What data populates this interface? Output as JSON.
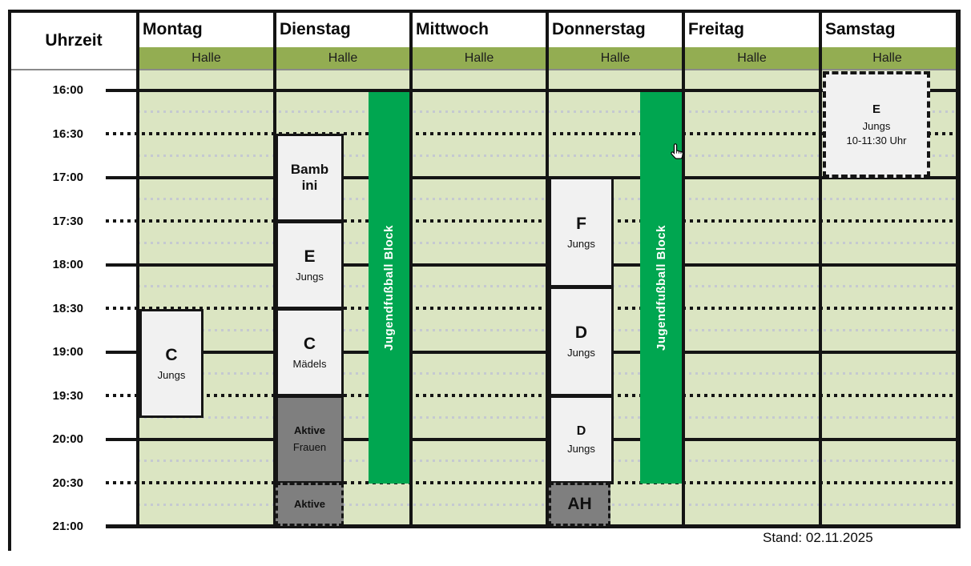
{
  "header": {
    "time_col_label": "Uhrzeit",
    "days": [
      {
        "label": "Montag",
        "sub": "Halle"
      },
      {
        "label": "Dienstag",
        "sub": "Halle"
      },
      {
        "label": "Mittwoch",
        "sub": "Halle"
      },
      {
        "label": "Donnerstag",
        "sub": "Halle"
      },
      {
        "label": "Freitag",
        "sub": "Halle"
      },
      {
        "label": "Samstag",
        "sub": "Halle"
      }
    ]
  },
  "times": [
    "16:00",
    "16:30",
    "17:00",
    "17:30",
    "18:00",
    "18:30",
    "19:00",
    "19:30",
    "20:00",
    "20:30",
    "21:00"
  ],
  "events": {
    "mon_c": {
      "title": "C",
      "subtitle": "Jungs"
    },
    "tue_bambini": {
      "title": "Bamb\nini"
    },
    "tue_e": {
      "title": "E",
      "subtitle": "Jungs"
    },
    "tue_c_maedels": {
      "title": "C",
      "subtitle": "Mädels"
    },
    "tue_aktive_frauen": {
      "title": "Aktive",
      "subtitle": "Frauen"
    },
    "tue_aktive": {
      "title": "Aktive"
    },
    "thu_f": {
      "title": "F",
      "subtitle": "Jungs"
    },
    "thu_d_early": {
      "title": "D",
      "subtitle": "Jungs"
    },
    "thu_d_late": {
      "title": "D",
      "subtitle": "Jungs"
    },
    "thu_ah": {
      "title": "AH"
    },
    "sat_e": {
      "title": "E",
      "subtitle": "Jungs",
      "note": "10-11:30 Uhr"
    },
    "jugendblock": {
      "label": "Jugendfußball Block"
    }
  },
  "footer": {
    "stand": "Stand: 02.11.2025"
  },
  "icons": {
    "cursor": "hand-pointer"
  },
  "colors": {
    "grid_bg": "#dbe5c2",
    "halle_bg": "#93ad52",
    "block_bg": "#f1f1f1",
    "gray_block_bg": "#7f7f7f",
    "green_bar": "#00a650",
    "accent_red": "#dd0000",
    "line_black": "#141414",
    "quarter_line": "#c5c9d1"
  }
}
